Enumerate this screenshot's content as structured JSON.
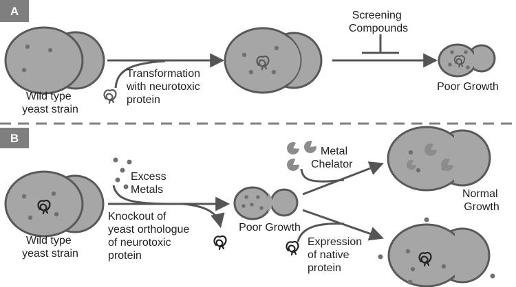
{
  "panels": {
    "a": {
      "letter": "A",
      "left_label": [
        "Wild type",
        "yeast strain"
      ],
      "transform_label": [
        "Transformation",
        "with neurotoxic",
        "protein"
      ],
      "screening_label": [
        "Screening",
        "Compounds"
      ],
      "result_label": "Poor Growth"
    },
    "b": {
      "letter": "B",
      "left_label": [
        "Wild type",
        "yeast strain"
      ],
      "excess_label": [
        "Excess",
        "Metals"
      ],
      "knockout_label": [
        "Knockout of",
        "yeast orthologue",
        "of neurotoxic",
        "protein"
      ],
      "poor_label": "Poor Growth",
      "chelator_label": [
        "Metal",
        "Chelator"
      ],
      "normal_label": [
        "Normal",
        "Growth"
      ],
      "expression_label": [
        "Expression",
        "of native",
        "protein"
      ]
    }
  },
  "colors": {
    "cell_fill": "#a6a6a6",
    "cell_stroke": "#595959",
    "dot": "#707070",
    "arrow": "#555555",
    "panel_tag": "#7f7f7f",
    "divider": "#7f7f7f",
    "protein": "#222222",
    "chelator": "#8c8c8c"
  },
  "icons": {
    "protein": "tangled-protein-icon",
    "chelator": "pacman-chelator-icon",
    "inhibition": "t-bar-inhibition-icon"
  }
}
